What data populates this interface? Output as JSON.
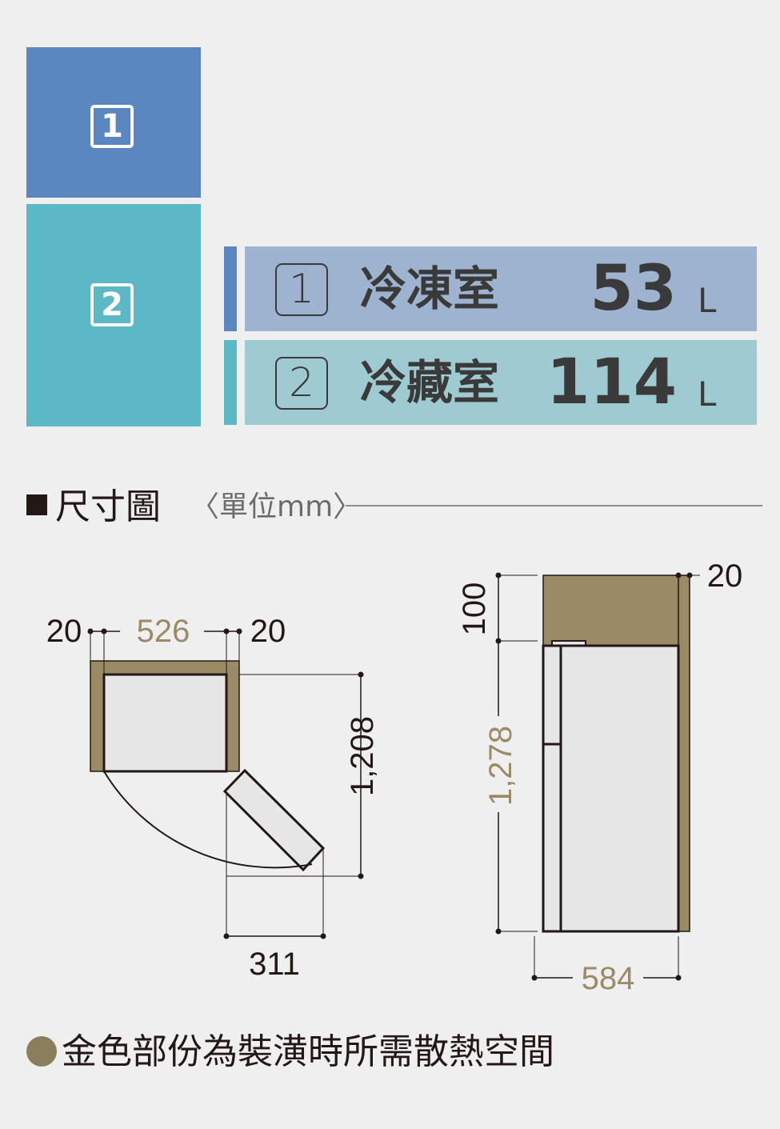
{
  "colors": {
    "freezer_blue": "#5a87c0",
    "fridge_teal": "#5db8c6",
    "row1_bg": "#9eb3cf",
    "row2_bg": "#9ecbd1",
    "gold": "#9a8a66",
    "gold_text": "#9a8a66"
  },
  "layout_blocks": [
    {
      "badge": "1"
    },
    {
      "badge": "2"
    }
  ],
  "compartments": [
    {
      "badge": "1",
      "name": "冷凍室",
      "volume": "53",
      "unit": "L"
    },
    {
      "badge": "2",
      "name": "冷藏室",
      "volume": "114",
      "unit": "L"
    }
  ],
  "dimension_section": {
    "title": "尺寸圖",
    "unit_label": "〈單位mm〉"
  },
  "top_view": {
    "left_clearance": "20",
    "width": "526",
    "right_clearance": "20",
    "depth_door_open": "1,208",
    "door_swing": "311"
  },
  "side_view": {
    "top_clearance": "100",
    "height": "1,278",
    "back_clearance": "20",
    "depth": "584"
  },
  "note": "金色部份為裝潢時所需散熱空間"
}
